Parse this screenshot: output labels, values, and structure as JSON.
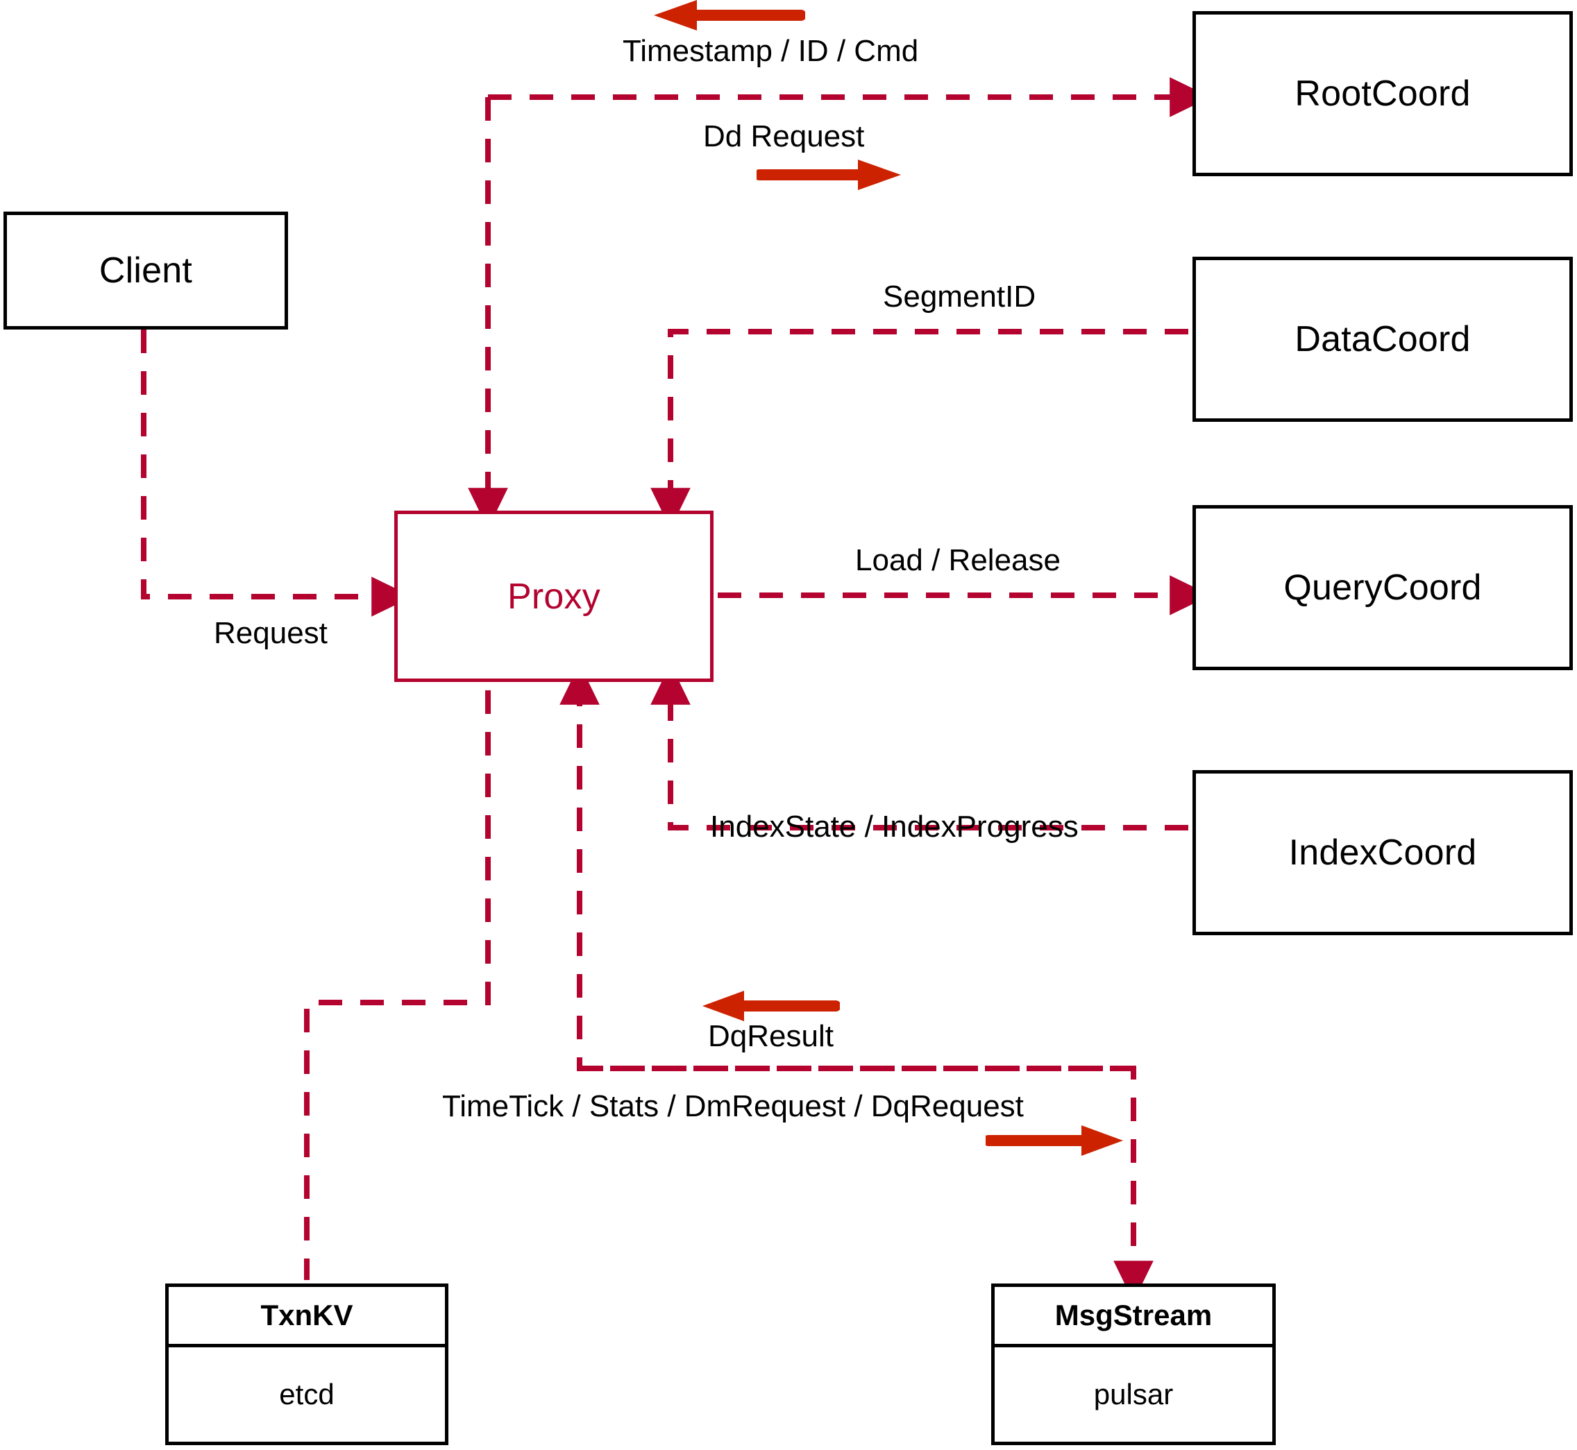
{
  "diagram": {
    "title": "Proxy interaction architecture",
    "colors": {
      "node_stroke": "#000000",
      "accent": "#b3032e",
      "wire": "#b3032e",
      "arrow_marker": "#cc2200",
      "background": "#ffffff"
    }
  },
  "nodes": {
    "client": {
      "label": "Client"
    },
    "proxy": {
      "label": "Proxy"
    },
    "rootcoord": {
      "label": "RootCoord"
    },
    "datacoord": {
      "label": "DataCoord"
    },
    "querycoord": {
      "label": "QueryCoord"
    },
    "indexcoord": {
      "label": "IndexCoord"
    },
    "txnkv": {
      "header": "TxnKV",
      "body": "etcd"
    },
    "msgstream": {
      "header": "MsgStream",
      "body": "pulsar"
    }
  },
  "edges": [
    {
      "id": "client-proxy",
      "label": "Request",
      "from": "client",
      "to": "proxy",
      "direction": "right"
    },
    {
      "id": "proxy-rootcoord",
      "label": "Dd Request",
      "from": "proxy",
      "to": "rootcoord",
      "direction": "right"
    },
    {
      "id": "rootcoord-proxy",
      "label": "Timestamp / ID / Cmd",
      "from": "rootcoord",
      "to": "proxy",
      "direction": "left"
    },
    {
      "id": "datacoord-proxy",
      "label": "SegmentID",
      "from": "datacoord",
      "to": "proxy",
      "direction": "left"
    },
    {
      "id": "proxy-querycoord",
      "label": "Load / Release",
      "from": "proxy",
      "to": "querycoord",
      "direction": "right"
    },
    {
      "id": "indexcoord-proxy",
      "label": "IndexState / IndexProgress",
      "from": "indexcoord",
      "to": "proxy",
      "direction": "left"
    },
    {
      "id": "msgstream-proxy",
      "label": "DqResult",
      "from": "msgstream",
      "to": "proxy",
      "direction": "left"
    },
    {
      "id": "proxy-msgstream",
      "label": "TimeTick / Stats / DmRequest / DqRequest",
      "from": "proxy",
      "to": "msgstream",
      "direction": "right"
    },
    {
      "id": "proxy-txnkv",
      "label": "",
      "from": "proxy",
      "to": "txnkv",
      "direction": "down"
    }
  ]
}
